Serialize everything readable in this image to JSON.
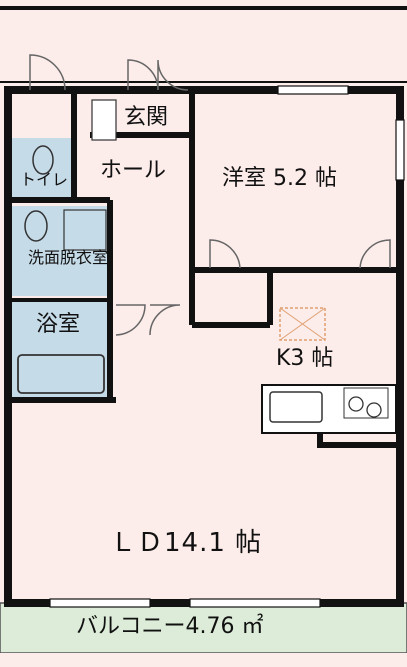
{
  "colors": {
    "room_fill": "#fcecea",
    "wet_fill": "#c6dbe8",
    "balcony_fill": "#dcecd8",
    "wall": "#111111",
    "kitchen_mark": "#e0a070"
  },
  "rooms": {
    "entrance": "玄関",
    "hall": "ホール",
    "western_room": "洋室 5.2 帖",
    "toilet": "トイレ",
    "washroom": "洗面脱衣室",
    "bathroom": "浴室",
    "kitchen": "K3 帖",
    "living_dining": "ＬＤ14.1 帖",
    "balcony": "バルコニー4.76 ㎡"
  }
}
